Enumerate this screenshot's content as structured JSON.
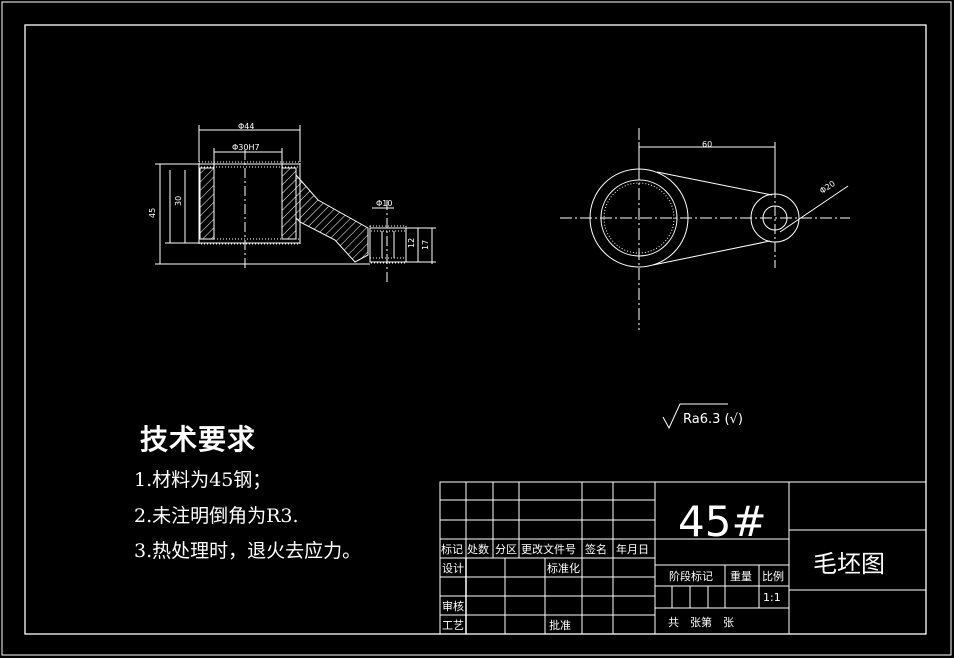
{
  "tech_requirements": {
    "title": "技术要求",
    "items": [
      "1.材料为45钢；",
      "2.未注明倒角为R3.",
      "3.热处理时，退火去应力。"
    ]
  },
  "dimensions": {
    "phi44": "Φ44",
    "phi30h7": "Φ30H7",
    "h45": "45",
    "h30": "30",
    "phi10": "Φ10",
    "h12": "12",
    "h17": "17",
    "d60": "60",
    "r20": "Φ20"
  },
  "surface_finish": "Ra6.3 (√)",
  "title_block": {
    "material": "45#",
    "drawing_name": "毛坯图",
    "headers": [
      "标记",
      "处数",
      "分区",
      "更改文件号",
      "签名",
      "年月日"
    ],
    "design": "设计",
    "standardize": "标准化",
    "review": "审核",
    "process": "工艺",
    "approve": "批准",
    "stage_mark": "阶段标记",
    "weight": "重量",
    "scale_label": "比例",
    "scale_value": "1:1",
    "sheets": "共　张第　张"
  },
  "colors": {
    "line": "#ffffff",
    "background": "#000000"
  }
}
